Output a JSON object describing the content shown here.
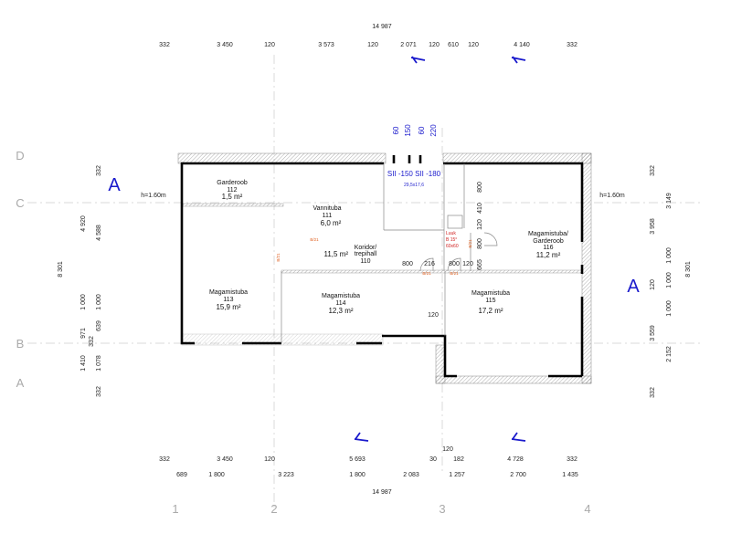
{
  "drawing": {
    "total_width_top": "14 987",
    "total_width_bottom": "14 987",
    "dims_top": [
      "332",
      "3 450",
      "120",
      "3 573",
      "120",
      "2 071",
      "120",
      "610",
      "120",
      "4 140",
      "332"
    ],
    "dims_bottom_row1": [
      "332",
      "3 450",
      "120",
      "5 693",
      "30",
      "120",
      "182",
      "4 728",
      "332"
    ],
    "dims_bottom_row2": [
      "689",
      "1 800",
      "3 223",
      "1 800",
      "2 083",
      "1 257",
      "2 700",
      "1 435"
    ],
    "dims_left": [
      "332",
      "4 920",
      "4 588",
      "8 301",
      "1 000",
      "1 000",
      "971",
      "639",
      "332",
      "1 410",
      "1 078",
      "332"
    ],
    "dims_right": [
      "332",
      "3 149",
      "3 958",
      "1 000",
      "8 301",
      "120",
      "1 000",
      "1 000",
      "3 559",
      "2 152",
      "332"
    ],
    "dims_window_top": [
      "60",
      "150",
      "60",
      "220"
    ],
    "dims_interior_vertical": [
      "800",
      "410",
      "120",
      "800",
      "665"
    ],
    "dims_interior_horizontal": [
      "800",
      "216",
      "800",
      "120",
      "120"
    ],
    "grid_rows": [
      "D",
      "C",
      "B",
      "A"
    ],
    "grid_cols": [
      "1",
      "2",
      "3",
      "4"
    ],
    "section_marks": [
      "A",
      "A"
    ],
    "height_labels": [
      "h=1.60m",
      "h=1.60m"
    ],
    "window_label": "SII -150 SII -180",
    "window_size": "29,5x17,6",
    "hatch_notes": [
      "Luuk",
      "B  15°",
      "60x60"
    ],
    "door_tag": "B/21",
    "rooms": [
      {
        "name": "Garderoob",
        "number": "112",
        "area": "1,5 m²"
      },
      {
        "name": "Vannituba",
        "number": "111",
        "area": "6,0 m²"
      },
      {
        "name": "Koridor/",
        "name2": "trepihall",
        "number": "110",
        "area": "11,5 m²"
      },
      {
        "name": "Magamistuba",
        "number": "113",
        "area": "15,9 m²"
      },
      {
        "name": "Magamistuba",
        "number": "114",
        "area": "12,3 m²"
      },
      {
        "name": "Magamistuba",
        "number": "115",
        "area": "17,2 m²"
      },
      {
        "name": "Magamistuba/",
        "name2": "Garderoob",
        "number": "116",
        "area": "11,2 m²"
      }
    ],
    "colors": {
      "walls": "#000000",
      "annotation_blue": "#1a1acc",
      "door_tag": "#e06020"
    }
  }
}
